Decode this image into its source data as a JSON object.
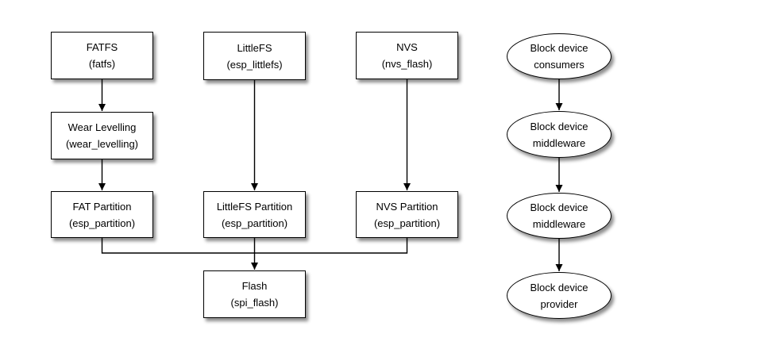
{
  "diagram": {
    "colors": {
      "background": "#ffffff",
      "node_fill": "#ffffff",
      "stroke": "#000000",
      "text": "#000000"
    },
    "nodes": {
      "fatfs": {
        "title": "FATFS",
        "subtitle": "(fatfs)"
      },
      "littlefs": {
        "title": "LittleFS",
        "subtitle": "(esp_littlefs)"
      },
      "nvs": {
        "title": "NVS",
        "subtitle": "(nvs_flash)"
      },
      "wear": {
        "title": "Wear Levelling",
        "subtitle": "(wear_levelling)"
      },
      "fatpart": {
        "title": "FAT Partition",
        "subtitle": "(esp_partition)"
      },
      "littlefspart": {
        "title": "LittleFS Partition",
        "subtitle": "(esp_partition)"
      },
      "nvspart": {
        "title": "NVS Partition",
        "subtitle": "(esp_partition)"
      },
      "flash": {
        "title": "Flash",
        "subtitle": "(spi_flash)"
      }
    },
    "ellipses": {
      "consumers": {
        "line1": "Block device",
        "line2": "consumers"
      },
      "middleware1": {
        "line1": "Block device",
        "line2": "middleware"
      },
      "middleware2": {
        "line1": "Block device",
        "line2": "middleware"
      },
      "provider": {
        "line1": "Block device",
        "line2": "provider"
      }
    },
    "edges": [
      {
        "from": "FATFS",
        "to": "Wear Levelling"
      },
      {
        "from": "Wear Levelling",
        "to": "FAT Partition"
      },
      {
        "from": "LittleFS",
        "to": "LittleFS Partition"
      },
      {
        "from": "NVS",
        "to": "NVS Partition"
      },
      {
        "from": "FAT Partition",
        "to": "Flash"
      },
      {
        "from": "LittleFS Partition",
        "to": "Flash"
      },
      {
        "from": "NVS Partition",
        "to": "Flash"
      },
      {
        "from": "Block device consumers",
        "to": "Block device middleware"
      },
      {
        "from": "Block device middleware",
        "to": "Block device middleware"
      },
      {
        "from": "Block device middleware",
        "to": "Block device provider"
      }
    ]
  }
}
